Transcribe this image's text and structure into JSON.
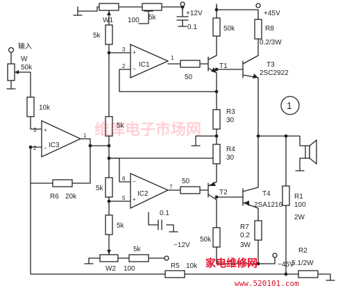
{
  "labels": {
    "input": "输入",
    "w": "W",
    "w_val": "50k",
    "r_in": "10k",
    "w1": "W1",
    "w1_val": "100",
    "r_5k_top": "5k",
    "vcc_pos": "+12V",
    "c_top": "0.1",
    "r_5k_a": "5k",
    "ic1": "IC1",
    "ic1_pin3": "3",
    "ic1_pin2": "2",
    "ic1_pin1": "1",
    "ic1_plus": "+",
    "ic1_minus": "−",
    "r_50_top": "50",
    "t1": "T1",
    "r_50k_top": "50k",
    "vcc_45": "+45V",
    "r8": "R8",
    "r8_val": "0.2/3W",
    "t3": "T3",
    "t3_part": "2SC2922",
    "circle_num": "1",
    "ic3": "IC3",
    "ic3_pin3": "3",
    "ic3_pin2": "2",
    "ic3_pin1": "1",
    "ic3_plus": "+",
    "ic3_minus": "−",
    "r_5k_b": "5k",
    "r3": "R3",
    "r3_val": "30",
    "r4": "R4",
    "r4_val": "30",
    "r6": "R6",
    "r6_val": "20k",
    "r_5k_c": "5k",
    "ic2": "IC2",
    "ic2_pin6": "6",
    "ic2_pin5": "5",
    "ic2_pin7": "7",
    "ic2_plus": "+",
    "ic2_minus": "−",
    "r_50_bot": "50",
    "t2": "T2",
    "t4": "T4",
    "t4_part": "2SA1216",
    "r1": "R1",
    "r1_val": "100",
    "r1_pow": "2W",
    "r_5k_d": "5k",
    "c_bot": "0.1",
    "r7": "R7",
    "r7_val": "0.2",
    "r7_pow": "3W",
    "r_50k_bot": "50k",
    "r_5k_e": "5k",
    "vcc_neg": "−12V",
    "w2": "W2",
    "w2_val": "100",
    "r5": "R5",
    "r5_val": "10k",
    "vee_45": "−45V",
    "r2": "R2",
    "r2_val": "5.1/2W"
  },
  "watermark": {
    "middle": "维库电子市场网",
    "bottom": "家电维修网",
    "url": "www.520101.com"
  },
  "colors": {
    "ink": "#222222",
    "watermark": "#e8102c"
  }
}
